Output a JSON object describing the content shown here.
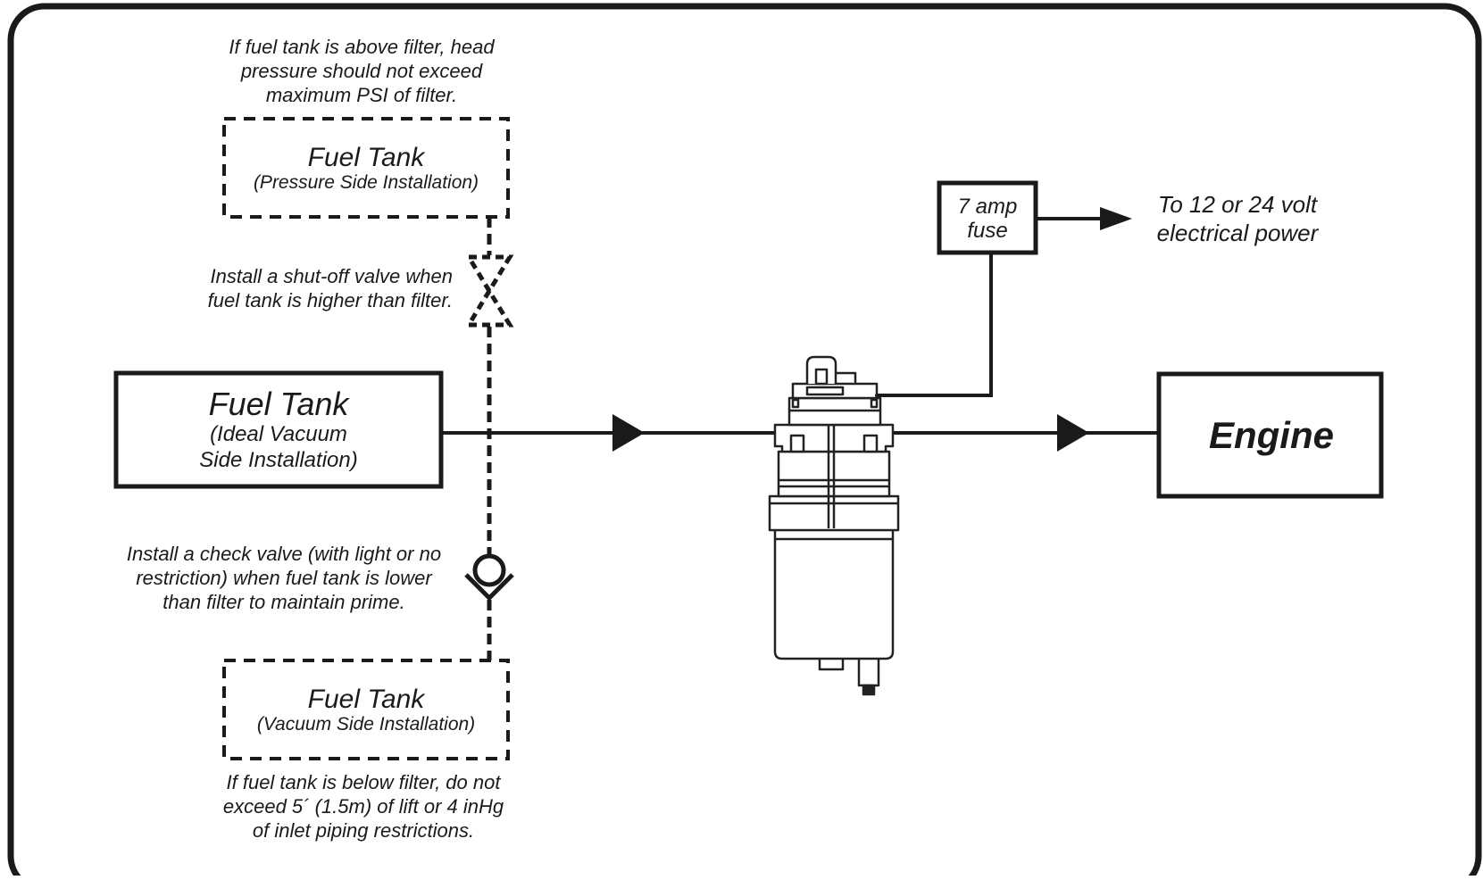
{
  "colors": {
    "ink": "#1a1a1a",
    "background": "#ffffff",
    "filter_outline": "#222222",
    "filter_fill": "#ffffff"
  },
  "notes": {
    "pressure_head": [
      "If fuel tank is above filter, head",
      "pressure should not exceed",
      "maximum PSI of filter."
    ],
    "shutoff_valve": [
      "Install a shut-off valve when",
      "fuel tank is higher than filter."
    ],
    "check_valve": [
      "Install a check valve (with light or no",
      "restriction) when fuel tank is lower",
      "than filter to maintain prime."
    ],
    "lift_limit": [
      "If fuel tank is below filter, do not",
      "exceed 5´ (1.5m) of lift or 4 inHg",
      "of inlet piping restrictions."
    ]
  },
  "tanks": {
    "pressure_side": {
      "title": "Fuel Tank",
      "subtitle": "(Pressure Side Installation)"
    },
    "ideal_vacuum": {
      "title": "Fuel Tank",
      "subtitle_lines": [
        "(Ideal Vacuum",
        "Side Installation)"
      ]
    },
    "vacuum_side": {
      "title": "Fuel Tank",
      "subtitle": "(Vacuum Side Installation)"
    }
  },
  "engine": {
    "label": "Engine"
  },
  "fuse": {
    "lines": [
      "7 amp",
      "fuse"
    ]
  },
  "power": {
    "lines": [
      "To 12 or 24 volt",
      "electrical power"
    ]
  },
  "icons": {
    "shutoff_valve": "shutoff-valve-icon",
    "check_valve": "check-valve-icon",
    "fuel_filter": "fuel-filter-icon",
    "flow_arrow": "flow-arrow-icon"
  }
}
